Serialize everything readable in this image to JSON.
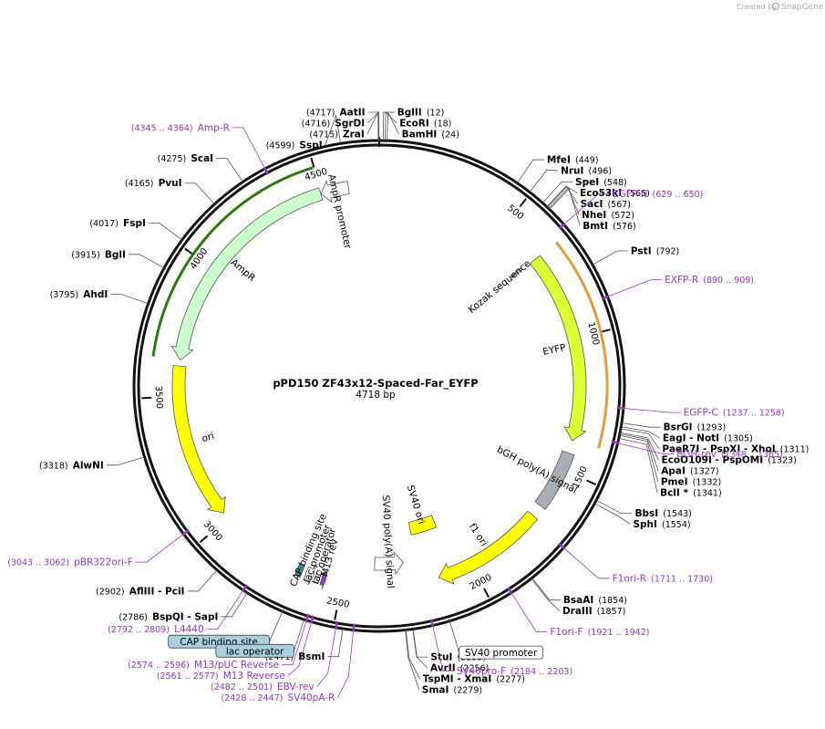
{
  "watermark": {
    "prefix": "Created by",
    "brand": "SnapGene"
  },
  "plasmid": {
    "name": "pPD150 ZF43x12-Spaced-Far_EYFP",
    "length": 4718,
    "size_label": "4718 bp"
  },
  "ticks": [
    {
      "bp": 500,
      "label": "500"
    },
    {
      "bp": 1000,
      "label": "1000"
    },
    {
      "bp": 1500,
      "label": "1500"
    },
    {
      "bp": 2000,
      "label": "2000"
    },
    {
      "bp": 2500,
      "label": "2500"
    },
    {
      "bp": 3000,
      "label": "3000"
    },
    {
      "bp": 3500,
      "label": "3500"
    },
    {
      "bp": 4000,
      "label": "4000"
    },
    {
      "bp": 4500,
      "label": "4500"
    }
  ],
  "features": [
    {
      "name": "AmpR promoter",
      "start": 4497,
      "end": 4602,
      "strand": -1,
      "color": "#ffffff",
      "track": 0
    },
    {
      "name": "AmpR",
      "start": 3636,
      "end": 4496,
      "strand": -1,
      "color": "#ccffcc",
      "track": 0
    },
    {
      "name": "Kozak sequence",
      "start": 658,
      "end": 667,
      "strand": 0,
      "color": "#cccccc",
      "track": 1
    },
    {
      "name": "EYFP",
      "start": 668,
      "end": 1387,
      "strand": 1,
      "color": "#ddff33",
      "track": 0
    },
    {
      "name": "bGH poly(A) signal",
      "start": 1435,
      "end": 1659,
      "strand": 0,
      "color": "#a9aeb4",
      "track": 0
    },
    {
      "name": "f1 ori",
      "start": 1705,
      "end": 2133,
      "strand": 1,
      "color": "#ffff00",
      "track": 0
    },
    {
      "name": "SV40 ori",
      "start": 2070,
      "end": 2200,
      "strand": 0,
      "color": "#ffff00",
      "track": 2
    },
    {
      "name": "SV40 poly(A) signal",
      "start": 2257,
      "end": 2378,
      "strand": -1,
      "color": "#ffffff",
      "track": 1
    },
    {
      "name": "M13 rev",
      "start": 2561,
      "end": 2577,
      "strand": -1,
      "color": "#9933cc",
      "track": 0
    },
    {
      "name": "lac operator",
      "start": 2585,
      "end": 2601,
      "strand": 0,
      "color": "#ffffff",
      "track": 0
    },
    {
      "name": "lac promoter",
      "start": 2609,
      "end": 2639,
      "strand": -1,
      "color": "#ffffff",
      "track": 0
    },
    {
      "name": "CAP binding site",
      "start": 2654,
      "end": 2675,
      "strand": 0,
      "color": "#2e8b9a",
      "track": 0
    },
    {
      "name": "ori",
      "start": 3025,
      "end": 3613,
      "strand": -1,
      "color": "#ffff00",
      "track": 0
    }
  ],
  "arcs": [
    {
      "name": "AmpR outer",
      "start": 3636,
      "end": 4496,
      "color": "#2a7a10"
    },
    {
      "name": "EYFP outer",
      "start": 668,
      "end": 1387,
      "color": "#e89a3a"
    }
  ],
  "sites": [
    {
      "name": "BglII",
      "pos": "(12)",
      "bp": 12
    },
    {
      "name": "EcoRI",
      "pos": "(18)",
      "bp": 18
    },
    {
      "name": "BamHI",
      "pos": "(24)",
      "bp": 24
    },
    {
      "name": "AatII",
      "pos": "(4717)",
      "bp": 4717
    },
    {
      "name": "SgrDI",
      "pos": "(4716)",
      "bp": 4716
    },
    {
      "name": "ZraI",
      "pos": "(4715)",
      "bp": 4715
    },
    {
      "name": "SspI",
      "pos": "(4599)",
      "bp": 4599
    },
    {
      "name": "ScaI",
      "pos": "(4275)",
      "bp": 4275
    },
    {
      "name": "PvuI",
      "pos": "(4165)",
      "bp": 4165
    },
    {
      "name": "FspI",
      "pos": "(4017)",
      "bp": 4017
    },
    {
      "name": "BglI",
      "pos": "(3915)",
      "bp": 3915
    },
    {
      "name": "AhdI",
      "pos": "(3795)",
      "bp": 3795
    },
    {
      "name": "AlwNI",
      "pos": "(3318)",
      "bp": 3318
    },
    {
      "name": "AflIII - PciI",
      "pos": "(2902)",
      "bp": 2902
    },
    {
      "name": "BspQI - SapI",
      "pos": "(2786)",
      "bp": 2786
    },
    {
      "name": "BsmI",
      "pos": "(2471)",
      "bp": 2471
    },
    {
      "name": "MfeI",
      "pos": "(449)",
      "bp": 449
    },
    {
      "name": "NruI",
      "pos": "(496)",
      "bp": 496
    },
    {
      "name": "SpeI",
      "pos": "(548)",
      "bp": 548
    },
    {
      "name": "Eco53kI",
      "pos": "(565)",
      "bp": 565
    },
    {
      "name": "SacI",
      "pos": "(567)",
      "bp": 567
    },
    {
      "name": "NheI",
      "pos": "(572)",
      "bp": 572
    },
    {
      "name": "BmtI",
      "pos": "(576)",
      "bp": 576
    },
    {
      "name": "PstI",
      "pos": "(792)",
      "bp": 792
    },
    {
      "name": "BsrGI",
      "pos": "(1293)",
      "bp": 1293
    },
    {
      "name": "EagI - NotI",
      "pos": "(1305)",
      "bp": 1305
    },
    {
      "name": "PaeR7I - PspXI - XhoI",
      "pos": "(1311)",
      "bp": 1311
    },
    {
      "name": "EcoO109I - PspOMI",
      "pos": "(1323)",
      "bp": 1323
    },
    {
      "name": "ApaI",
      "pos": "(1327)",
      "bp": 1327
    },
    {
      "name": "PmeI",
      "pos": "(1332)",
      "bp": 1332
    },
    {
      "name": "BclI *",
      "pos": "(1341)",
      "bp": 1341
    },
    {
      "name": "BbsI",
      "pos": "(1543)",
      "bp": 1543
    },
    {
      "name": "SphI",
      "pos": "(1554)",
      "bp": 1554
    },
    {
      "name": "BsaAI",
      "pos": "(1854)",
      "bp": 1854
    },
    {
      "name": "DraIII",
      "pos": "(1857)",
      "bp": 1857
    },
    {
      "name": "StuI",
      "pos": "(2255)",
      "bp": 2255
    },
    {
      "name": "AvrII",
      "pos": "(2256)",
      "bp": 2256
    },
    {
      "name": "TspMI - XmaI",
      "pos": "(2277)",
      "bp": 2277
    },
    {
      "name": "SmaI",
      "pos": "(2279)",
      "bp": 2279
    }
  ],
  "primers": [
    {
      "name": "Amp-R",
      "pos": "(4345 .. 4364)",
      "bp": 4354
    },
    {
      "name": "EGFP-N",
      "pos": "(629 .. 650)",
      "bp": 640
    },
    {
      "name": "EXFP-R",
      "pos": "(890 .. 909)",
      "bp": 900
    },
    {
      "name": "EGFP-C",
      "pos": "(1237 .. 1258)",
      "bp": 1248
    },
    {
      "name": "BGH-rev",
      "pos": "(1348 .. 1365)",
      "bp": 1356
    },
    {
      "name": "F1ori-R",
      "pos": "(1711 .. 1730)",
      "bp": 1720
    },
    {
      "name": "F1ori-F",
      "pos": "(1921 .. 1942)",
      "bp": 1932
    },
    {
      "name": "SV40pro-F",
      "pos": "(2184 .. 2203)",
      "bp": 2194
    },
    {
      "name": "SV40pA-R",
      "pos": "(2428 .. 2447)",
      "bp": 2438
    },
    {
      "name": "EBV-rev",
      "pos": "(2482 .. 2501)",
      "bp": 2492
    },
    {
      "name": "M13 Reverse",
      "pos": "(2561 .. 2577)",
      "bp": 2569
    },
    {
      "name": "M13/pUC Reverse",
      "pos": "(2574 .. 2596)",
      "bp": 2585
    },
    {
      "name": "L4440",
      "pos": "(2792 .. 2809)",
      "bp": 2800
    },
    {
      "name": "pBR322ori-F",
      "pos": "(3043 .. 3062)",
      "bp": 3052
    }
  ],
  "boxed_labels": [
    {
      "name": "SV40 promoter",
      "bp": 2140,
      "fill": "#ffffff"
    },
    {
      "name": "CAP binding site",
      "bp": 2664,
      "fill": "#a8d0dc"
    },
    {
      "name": "lac operator",
      "bp": 2593,
      "fill": "#a8d0dc"
    }
  ]
}
